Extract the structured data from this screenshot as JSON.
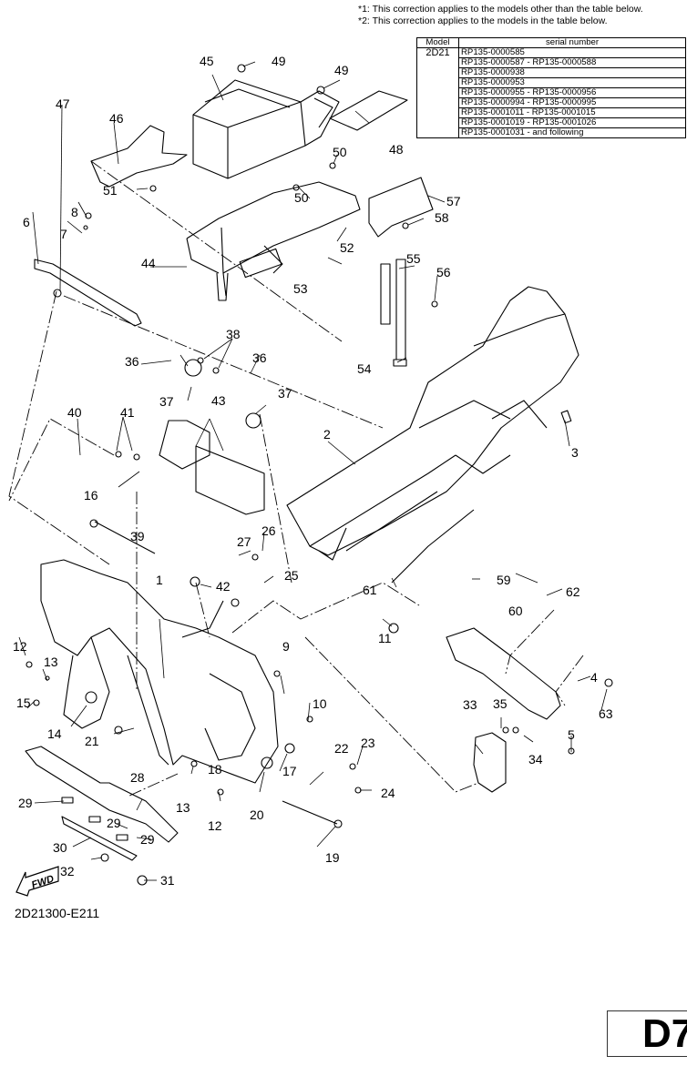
{
  "notes": [
    "*1: This correction applies to the models other than the table below.",
    "*2: This correction applies to the models in the table below."
  ],
  "serial_table": {
    "headers": {
      "model": "Model",
      "serial": "serial number"
    },
    "model": "2D21",
    "rows": [
      "RP135-0000585",
      "RP135-0000587 - RP135-0000588",
      "RP135-0000938",
      "RP135-0000953",
      "RP135-0000955 - RP135-0000956",
      "RP135-0000994 - RP135-0000995",
      "RP135-0001011 - RP135-0001015",
      "RP135-0001019 - RP135-0001026",
      "RP135-0001031 - and following"
    ]
  },
  "callouts": {
    "c1": "1",
    "c2": "2",
    "c3": "3",
    "c4": "4",
    "c5": "5",
    "c6": "6",
    "c7": "7",
    "c8": "8",
    "c9": "9",
    "c10": "10",
    "c11": "11",
    "c12a": "12",
    "c12b": "12",
    "c13a": "13",
    "c13b": "13",
    "c14": "14",
    "c15": "15",
    "c16": "16",
    "c17": "17",
    "c18": "18",
    "c19": "19",
    "c20": "20",
    "c21": "21",
    "c22": "22",
    "c23": "23",
    "c24": "24",
    "c25": "25",
    "c26": "26",
    "c27": "27",
    "c28": "28",
    "c29a": "29",
    "c29b": "29",
    "c29c": "29",
    "c30": "30",
    "c31": "31",
    "c32": "32",
    "c33": "33",
    "c34": "34",
    "c35": "35",
    "c36a": "36",
    "c36b": "36",
    "c37a": "37",
    "c37b": "37",
    "c38": "38",
    "c39": "39",
    "c40": "40",
    "c41": "41",
    "c42": "42",
    "c43": "43",
    "c44": "44",
    "c45": "45",
    "c46": "46",
    "c47": "47",
    "c48": "48",
    "c49a": "49",
    "c49b": "49",
    "c50a": "50",
    "c50b": "50",
    "c51": "51",
    "c52": "52",
    "c53": "53",
    "c54": "54",
    "c55": "55",
    "c56": "56",
    "c57": "57",
    "c58": "58",
    "c59": "59",
    "c60": "60",
    "c61": "61",
    "c62": "62",
    "c63": "63"
  },
  "fwd_label": "FWD",
  "diagram_code": "2D21300-E211",
  "page_label": "D7"
}
